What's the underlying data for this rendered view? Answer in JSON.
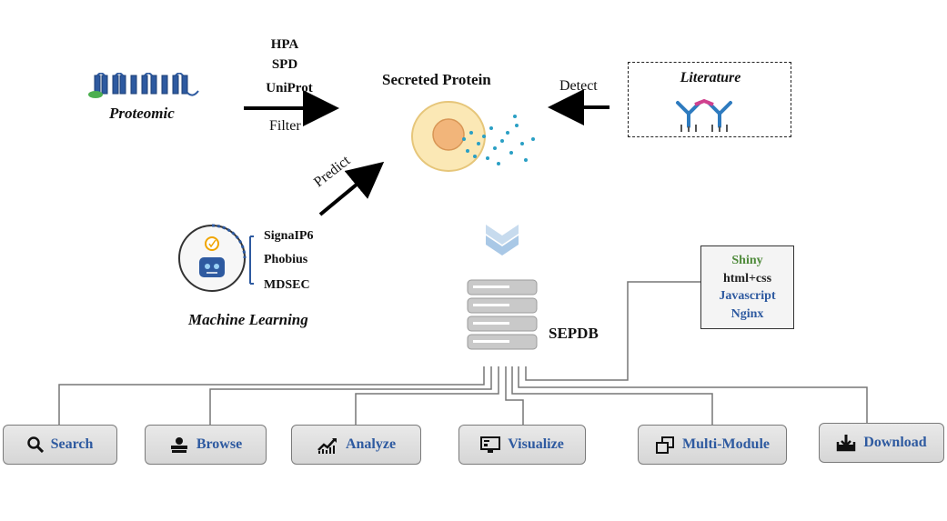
{
  "sources": {
    "proteomic": "Proteomic",
    "databases": [
      "HPA",
      "SPD",
      "UniProt"
    ],
    "filter_label": "Filter",
    "literature": "Literature",
    "detect_label": "Detect",
    "machine_learning": "Machine Learning",
    "ml_tools": [
      "SignaIP6",
      "Phobius",
      "MDSEC"
    ],
    "predict_label": "Predict"
  },
  "center": {
    "secreted_protein": "Secreted Protein"
  },
  "database": {
    "name": "SEPDB"
  },
  "tech_stack": [
    {
      "label": "Shiny",
      "color": "#4e8a3a"
    },
    {
      "label": "html+css",
      "color": "#222222"
    },
    {
      "label": "Javascript",
      "color": "#2e5aa0"
    },
    {
      "label": "Nginx",
      "color": "#2e5aa0"
    }
  ],
  "modules": [
    {
      "label": "Search",
      "icon": "search-icon"
    },
    {
      "label": "Browse",
      "icon": "books-icon"
    },
    {
      "label": "Analyze",
      "icon": "trend-chart-icon"
    },
    {
      "label": "Visualize",
      "icon": "monitor-icon"
    },
    {
      "label": "Multi-Module",
      "icon": "layers-icon"
    },
    {
      "label": "Download",
      "icon": "download-tray-icon"
    }
  ],
  "colors": {
    "accent_blue": "#2e5aa0",
    "shiny_green": "#4e8a3a",
    "arrow": "#000000"
  }
}
